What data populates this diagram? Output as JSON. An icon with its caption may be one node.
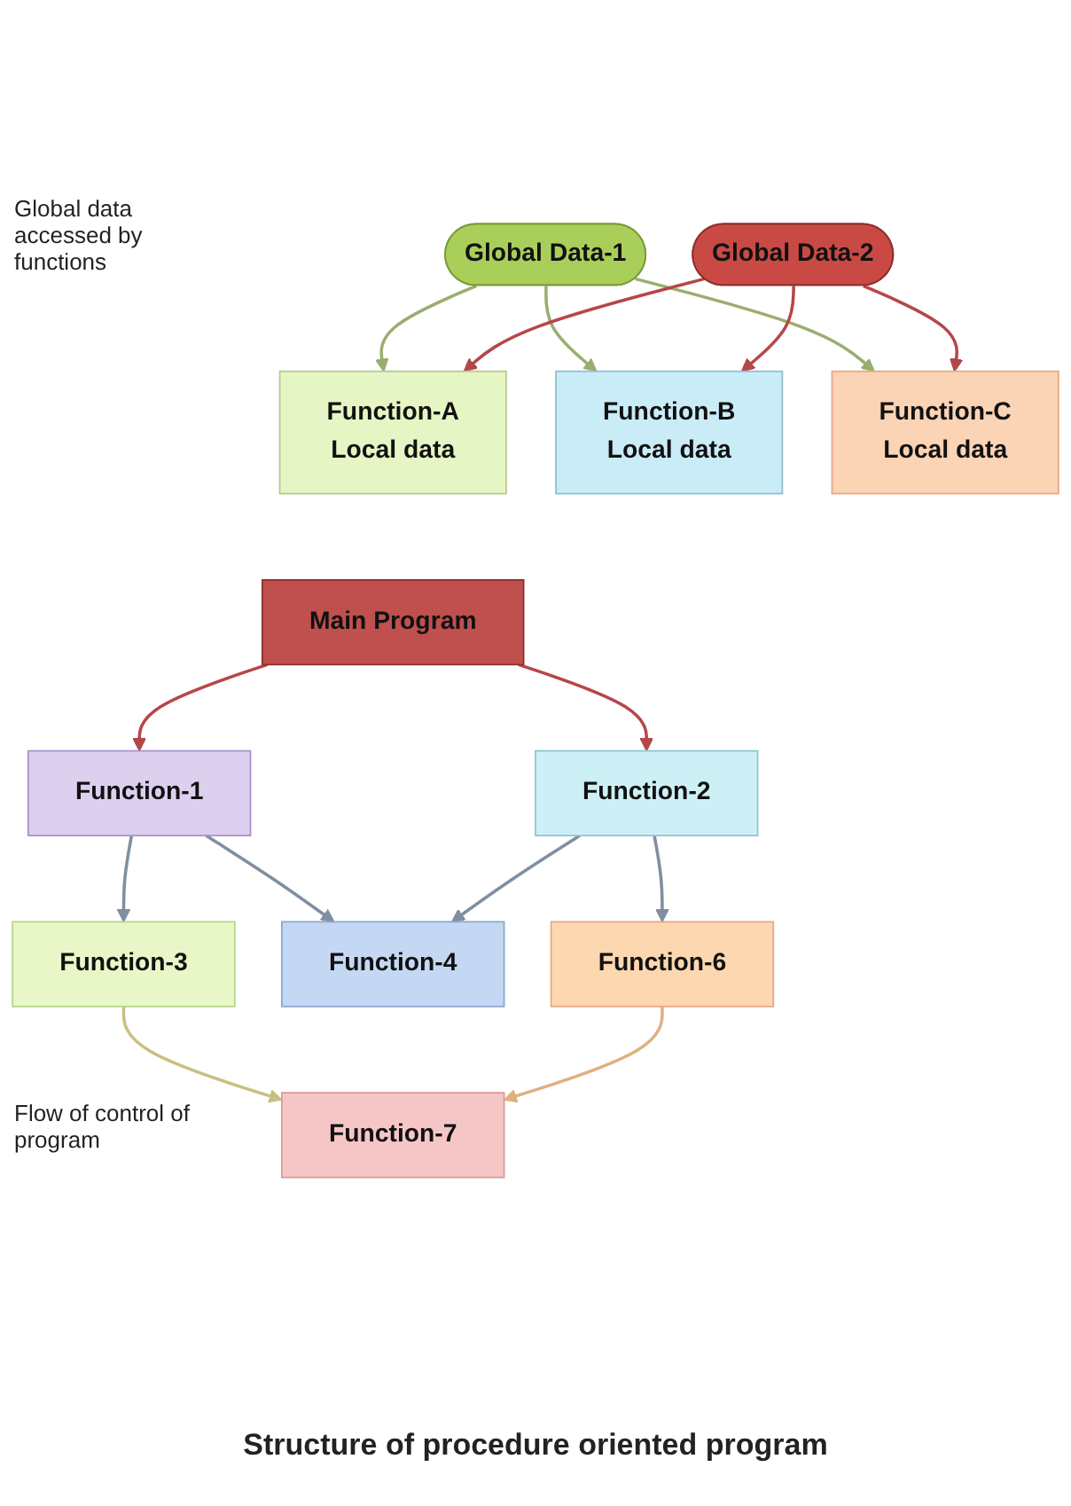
{
  "diagram": {
    "caption": "Structure of procedure oriented program",
    "nodes": [
      {
        "text": [
          "Global Data-1"
        ]
      },
      {
        "text": [
          "Global Data-2"
        ]
      },
      {
        "text": [
          "Function-A",
          "Local data"
        ]
      },
      {
        "text": [
          "Function-B",
          "Local data"
        ]
      },
      {
        "text": [
          "Function-C",
          "Local data"
        ]
      },
      {
        "text": [
          "Main Program"
        ]
      },
      {
        "text": [
          "Function-1"
        ]
      },
      {
        "text": [
          "Function-2"
        ]
      },
      {
        "text": [
          "Function-3"
        ]
      },
      {
        "text": [
          "Function-4"
        ]
      },
      {
        "text": [
          "Function-6"
        ]
      },
      {
        "text": [
          "Function-7"
        ]
      }
    ],
    "edges": [
      {
        "from": 0,
        "to": 2,
        "arrow": "to",
        "color": "#9aae6e"
      },
      {
        "from": 0,
        "to": 3,
        "arrow": "to",
        "color": "#9aae6e"
      },
      {
        "from": 0,
        "to": 4,
        "arrow": "to",
        "color": "#9aae6e"
      },
      {
        "from": 1,
        "to": 2,
        "arrow": "to",
        "color": "#b5474a"
      },
      {
        "from": 1,
        "to": 3,
        "arrow": "to",
        "color": "#b5474a"
      },
      {
        "from": 1,
        "to": 4,
        "arrow": "to",
        "color": "#b5474a"
      },
      {
        "from": 5,
        "to": 6,
        "arrow": "to",
        "color": "#b5474a"
      },
      {
        "from": 5,
        "to": 7,
        "arrow": "to",
        "color": "#b5474a"
      },
      {
        "from": 6,
        "to": 8,
        "arrow": "to",
        "color": "#7f8fa0"
      },
      {
        "from": 6,
        "to": 9,
        "arrow": "to",
        "color": "#7f8fa0"
      },
      {
        "from": 7,
        "to": 9,
        "arrow": "to",
        "color": "#7f8fa0"
      },
      {
        "from": 7,
        "to": 10,
        "arrow": "to",
        "color": "#7f8fa0"
      },
      {
        "from": 8,
        "to": 11,
        "arrow": "to",
        "color": "#c8c080"
      },
      {
        "from": 10,
        "to": 11,
        "arrow": "to",
        "color": "#e0b080"
      }
    ],
    "labels": [
      "Global data accessed by functions",
      "Flow of control of program"
    ]
  }
}
